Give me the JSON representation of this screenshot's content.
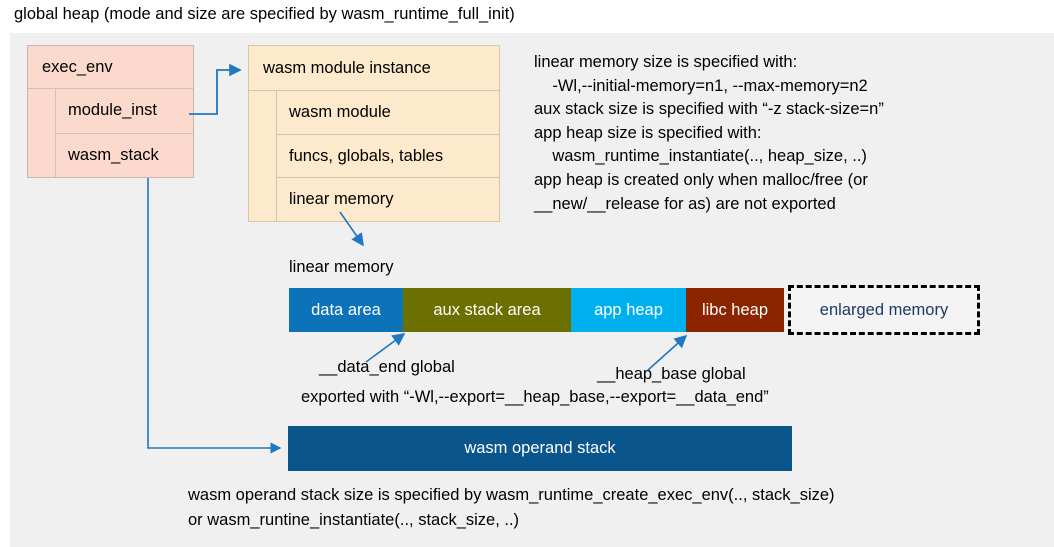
{
  "title": "global heap (mode and size are specified by wasm_runtime_full_init)",
  "exec_env": {
    "header": "exec_env",
    "rows": [
      "module_inst",
      "wasm_stack"
    ]
  },
  "module_instance": {
    "header": "wasm module instance",
    "rows": [
      "wasm module",
      "funcs, globals, tables",
      "linear memory"
    ]
  },
  "notes": "linear memory size is specified with:\n    -Wl,--initial-memory=n1, --max-memory=n2\naux stack size is specified with “-z stack-size=n”\napp heap size is specified with:\n    wasm_runtime_instantiate(.., heap_size, ..)\napp heap is created only when malloc/free (or\n__new/__release for as) are not exported",
  "linear_memory": {
    "label": "linear memory",
    "segments": [
      {
        "label": "data area",
        "color": "#0c72b9",
        "width": 114
      },
      {
        "label": "aux stack area",
        "color": "#6b7000",
        "width": 168
      },
      {
        "label": "app heap",
        "color": "#00b0ee",
        "width": 115
      },
      {
        "label": "libc heap",
        "color": "#8b2500",
        "width": 98
      },
      {
        "label": "enlarged memory",
        "color": "#f4f4f4",
        "width": 192
      }
    ]
  },
  "annotations": {
    "data_end": "__data_end global",
    "heap_base": "__heap_base global",
    "exported": "exported with “-Wl,--export=__heap_base,--export=__data_end”"
  },
  "operand_stack": {
    "label": "wasm operand stack",
    "color": "#0a558c"
  },
  "bottom_notes": "wasm operand stack size is specified by wasm_runtime_create_exec_env(.., stack_size)\nor wasm_runtine_instantiate(.., stack_size, ..)",
  "colors": {
    "backdrop": "#f0f0f0",
    "exec_env_fill": "#fbdacd",
    "module_instance_fill": "#fdeacc",
    "connector": "#1f78c1",
    "enlarged_text": "#1f3864"
  }
}
